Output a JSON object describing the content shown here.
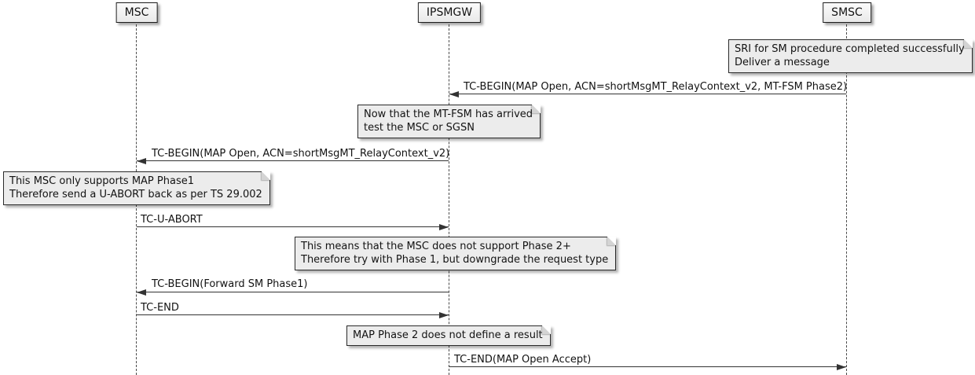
{
  "diagram": {
    "type": "uml-sequence-diagram",
    "colors": {
      "background": "#ffffff",
      "note_bg": "#ececec",
      "box_bg": "#f1f1f1",
      "border": "#2a2a2a",
      "line": "#333333"
    },
    "participants": [
      {
        "name": "MSC"
      },
      {
        "name": "IPSMGW"
      },
      {
        "name": "SMSC"
      }
    ],
    "notes": [
      {
        "over": "SMSC",
        "lines": [
          "SRI for SM procedure completed successfully",
          "Deliver a message"
        ]
      },
      {
        "over": "IPSMGW",
        "lines": [
          "Now that the MT-FSM has arrived",
          "test the MSC or SGSN"
        ]
      },
      {
        "over": "MSC",
        "lines": [
          "This MSC only supports MAP Phase1",
          "Therefore send a U-ABORT back as per TS 29.002"
        ]
      },
      {
        "over": "IPSMGW",
        "lines": [
          "This means that the MSC does not support Phase 2+",
          "Therefore try with Phase 1, but downgrade the request type"
        ]
      },
      {
        "over": "IPSMGW",
        "lines": [
          "MAP Phase 2 does not define a result"
        ]
      }
    ],
    "messages": [
      {
        "from": "SMSC",
        "to": "IPSMGW",
        "label": "TC-BEGIN(MAP Open, ACN=shortMsgMT_RelayContext_v2, MT-FSM Phase2)"
      },
      {
        "from": "IPSMGW",
        "to": "MSC",
        "label": "TC-BEGIN(MAP Open, ACN=shortMsgMT_RelayContext_v2)"
      },
      {
        "from": "MSC",
        "to": "IPSMGW",
        "label": "TC-U-ABORT"
      },
      {
        "from": "IPSMGW",
        "to": "MSC",
        "label": "TC-BEGIN(Forward SM Phase1)"
      },
      {
        "from": "MSC",
        "to": "IPSMGW",
        "label": "TC-END"
      },
      {
        "from": "IPSMGW",
        "to": "SMSC",
        "label": "TC-END(MAP Open Accept)"
      }
    ]
  }
}
